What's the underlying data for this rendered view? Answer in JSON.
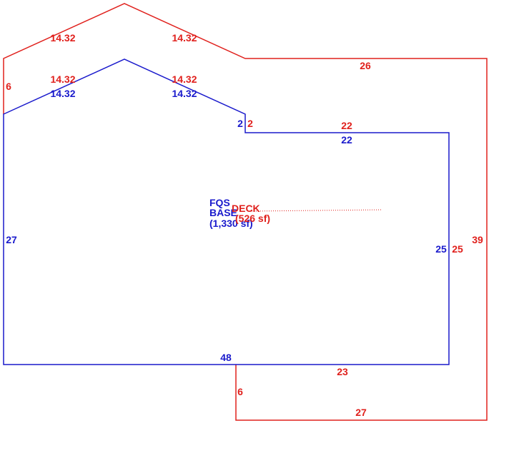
{
  "colors": {
    "deck": "#e0201c",
    "base": "#1a1acc"
  },
  "deck": {
    "name": "DECK",
    "area": "(526 sf)",
    "labels": {
      "roof_left_outer": "14.32",
      "roof_right_outer": "14.32",
      "roof_left_inner": "14.32",
      "roof_right_inner": "14.32",
      "left_wall": "6",
      "top_right": "26",
      "step": "2",
      "inner_top": "22",
      "inner_right": "25",
      "outer_right": "39",
      "inner_bottom": "23",
      "step_down": "6",
      "outer_bottom": "27"
    }
  },
  "base": {
    "name_line1": "FQS",
    "name_line2": "BASE",
    "area": "(1,330 sf)",
    "labels": {
      "roof_left": "14.32",
      "roof_right": "14.32",
      "step": "2",
      "top": "22",
      "right": "25",
      "left": "27",
      "bottom": "48"
    }
  }
}
